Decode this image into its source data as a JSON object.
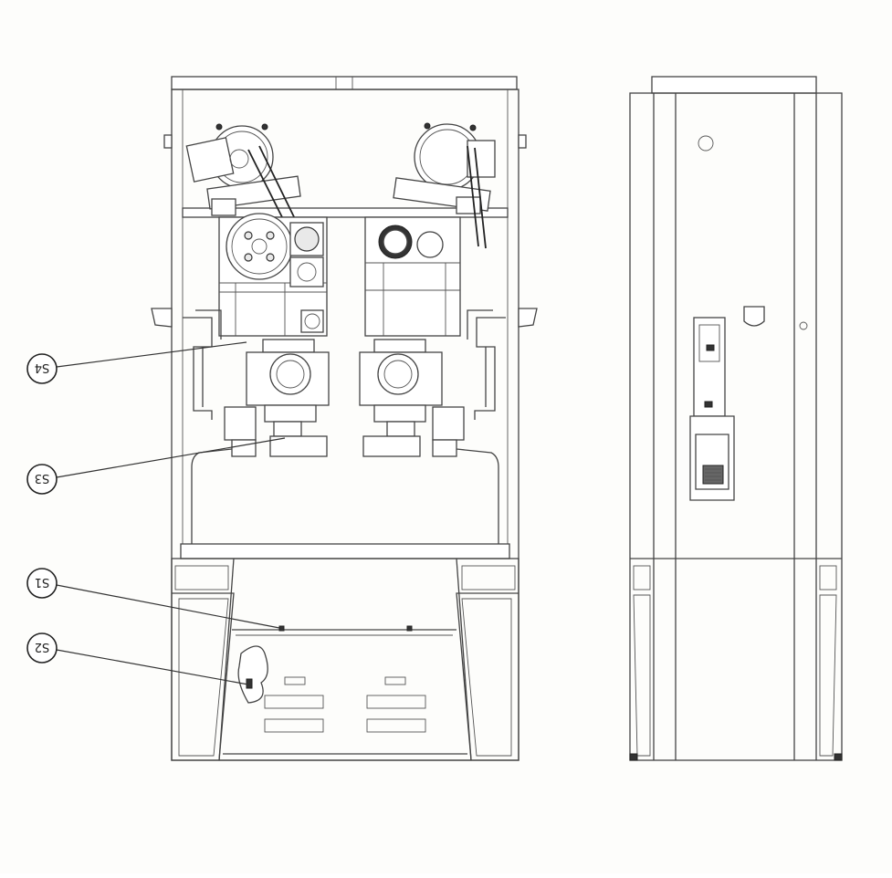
{
  "callouts": [
    {
      "id": "S4",
      "label": "S4"
    },
    {
      "id": "S3",
      "label": "S3"
    },
    {
      "id": "S1",
      "label": "S1"
    },
    {
      "id": "S2",
      "label": "S2"
    }
  ]
}
